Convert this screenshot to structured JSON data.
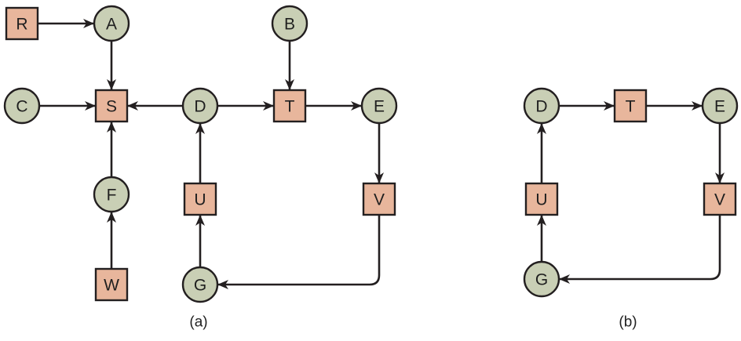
{
  "colors": {
    "circle_fill": "#c9cfb5",
    "square_fill": "#e8b69c",
    "stroke": "#231f20"
  },
  "panels": [
    {
      "caption": "(a)",
      "nodes": [
        {
          "id": "R",
          "label": "R",
          "shape": "square"
        },
        {
          "id": "A",
          "label": "A",
          "shape": "circle"
        },
        {
          "id": "B",
          "label": "B",
          "shape": "circle"
        },
        {
          "id": "C",
          "label": "C",
          "shape": "circle"
        },
        {
          "id": "S",
          "label": "S",
          "shape": "square"
        },
        {
          "id": "D",
          "label": "D",
          "shape": "circle"
        },
        {
          "id": "T",
          "label": "T",
          "shape": "square"
        },
        {
          "id": "E",
          "label": "E",
          "shape": "circle"
        },
        {
          "id": "F",
          "label": "F",
          "shape": "circle"
        },
        {
          "id": "U",
          "label": "U",
          "shape": "square"
        },
        {
          "id": "V",
          "label": "V",
          "shape": "square"
        },
        {
          "id": "W",
          "label": "W",
          "shape": "square"
        },
        {
          "id": "G",
          "label": "G",
          "shape": "circle"
        }
      ],
      "edges": [
        {
          "from": "R",
          "to": "A"
        },
        {
          "from": "A",
          "to": "S"
        },
        {
          "from": "C",
          "to": "S"
        },
        {
          "from": "D",
          "to": "S"
        },
        {
          "from": "F",
          "to": "S"
        },
        {
          "from": "W",
          "to": "F"
        },
        {
          "from": "B",
          "to": "T"
        },
        {
          "from": "D",
          "to": "T"
        },
        {
          "from": "T",
          "to": "E"
        },
        {
          "from": "E",
          "to": "V"
        },
        {
          "from": "V",
          "to": "G"
        },
        {
          "from": "G",
          "to": "U"
        },
        {
          "from": "U",
          "to": "D"
        }
      ]
    },
    {
      "caption": "(b)",
      "nodes": [
        {
          "id": "D",
          "label": "D",
          "shape": "circle"
        },
        {
          "id": "T",
          "label": "T",
          "shape": "square"
        },
        {
          "id": "E",
          "label": "E",
          "shape": "circle"
        },
        {
          "id": "U",
          "label": "U",
          "shape": "square"
        },
        {
          "id": "V",
          "label": "V",
          "shape": "square"
        },
        {
          "id": "G",
          "label": "G",
          "shape": "circle"
        }
      ],
      "edges": [
        {
          "from": "D",
          "to": "T"
        },
        {
          "from": "T",
          "to": "E"
        },
        {
          "from": "E",
          "to": "V"
        },
        {
          "from": "V",
          "to": "G"
        },
        {
          "from": "G",
          "to": "U"
        },
        {
          "from": "U",
          "to": "D"
        }
      ]
    }
  ]
}
